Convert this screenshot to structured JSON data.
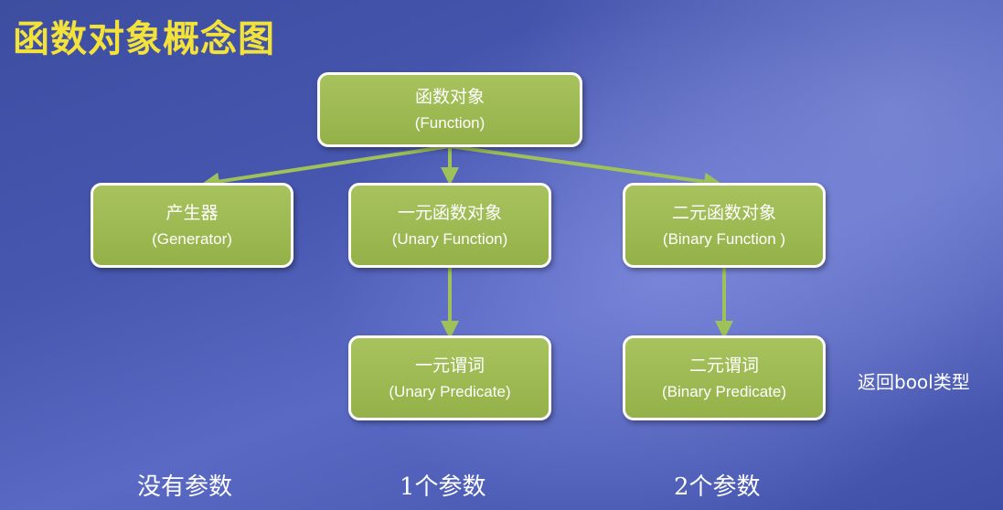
{
  "title": "函数对象概念图",
  "colors": {
    "title": "#f2e23a",
    "node_fill": "#9ab54f",
    "node_border": "#ffffff",
    "arrow": "#9ec15a"
  },
  "nodes": {
    "function": {
      "zh": "函数对象",
      "en": "(Function)"
    },
    "generator": {
      "zh": "产生器",
      "en": "(Generator)"
    },
    "unary_function": {
      "zh": "一元函数对象",
      "en": "(Unary Function)"
    },
    "binary_function": {
      "zh": "二元函数对象",
      "en": "(Binary Function )"
    },
    "unary_predicate": {
      "zh": "一元谓词",
      "en": "(Unary Predicate)"
    },
    "binary_predicate": {
      "zh": "二元谓词",
      "en": "(Binary Predicate)"
    }
  },
  "labels": {
    "no_params": "没有参数",
    "one_param": "1个参数",
    "two_params": "2个参数",
    "returns_bool": "返回bool类型"
  }
}
